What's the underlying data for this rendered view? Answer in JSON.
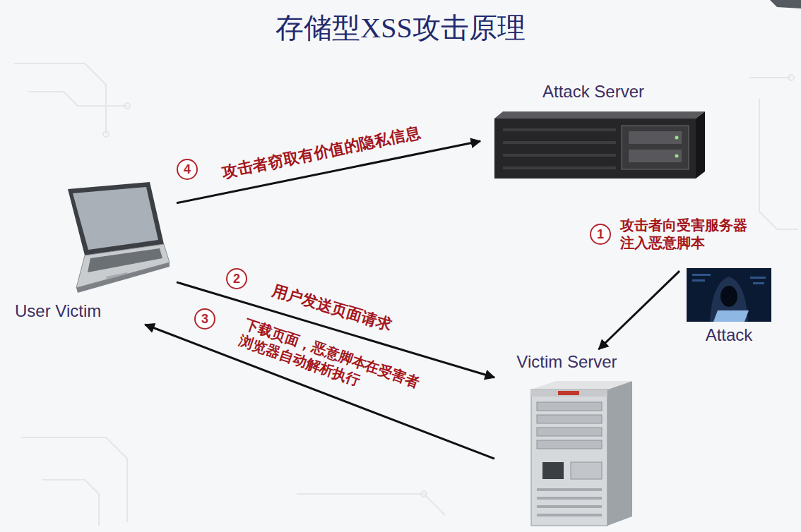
{
  "diagram": {
    "title": "存储型XSS攻击原理",
    "nodes": [
      {
        "text": [
          "Attack Server"
        ]
      },
      {
        "text": [
          "User Victim"
        ]
      },
      {
        "text": [
          "Attack"
        ]
      },
      {
        "text": [
          "Victim Server"
        ]
      }
    ],
    "edges": [
      {
        "from": 2,
        "to": 3,
        "label": "攻击者向受害服务器 注入恶意脚本",
        "arrow": "to"
      },
      {
        "from": 1,
        "to": 3,
        "label": "用户发送页面请求",
        "arrow": "to"
      },
      {
        "from": 3,
        "to": 1,
        "label": "下载页面，恶意脚本在受害者 浏览器自动解析执行",
        "arrow": "to"
      },
      {
        "from": 1,
        "to": 0,
        "label": "攻击者窃取有价值的隐私信息",
        "arrow": "to"
      }
    ],
    "labels": [
      "1",
      "2",
      "3",
      "4"
    ]
  }
}
